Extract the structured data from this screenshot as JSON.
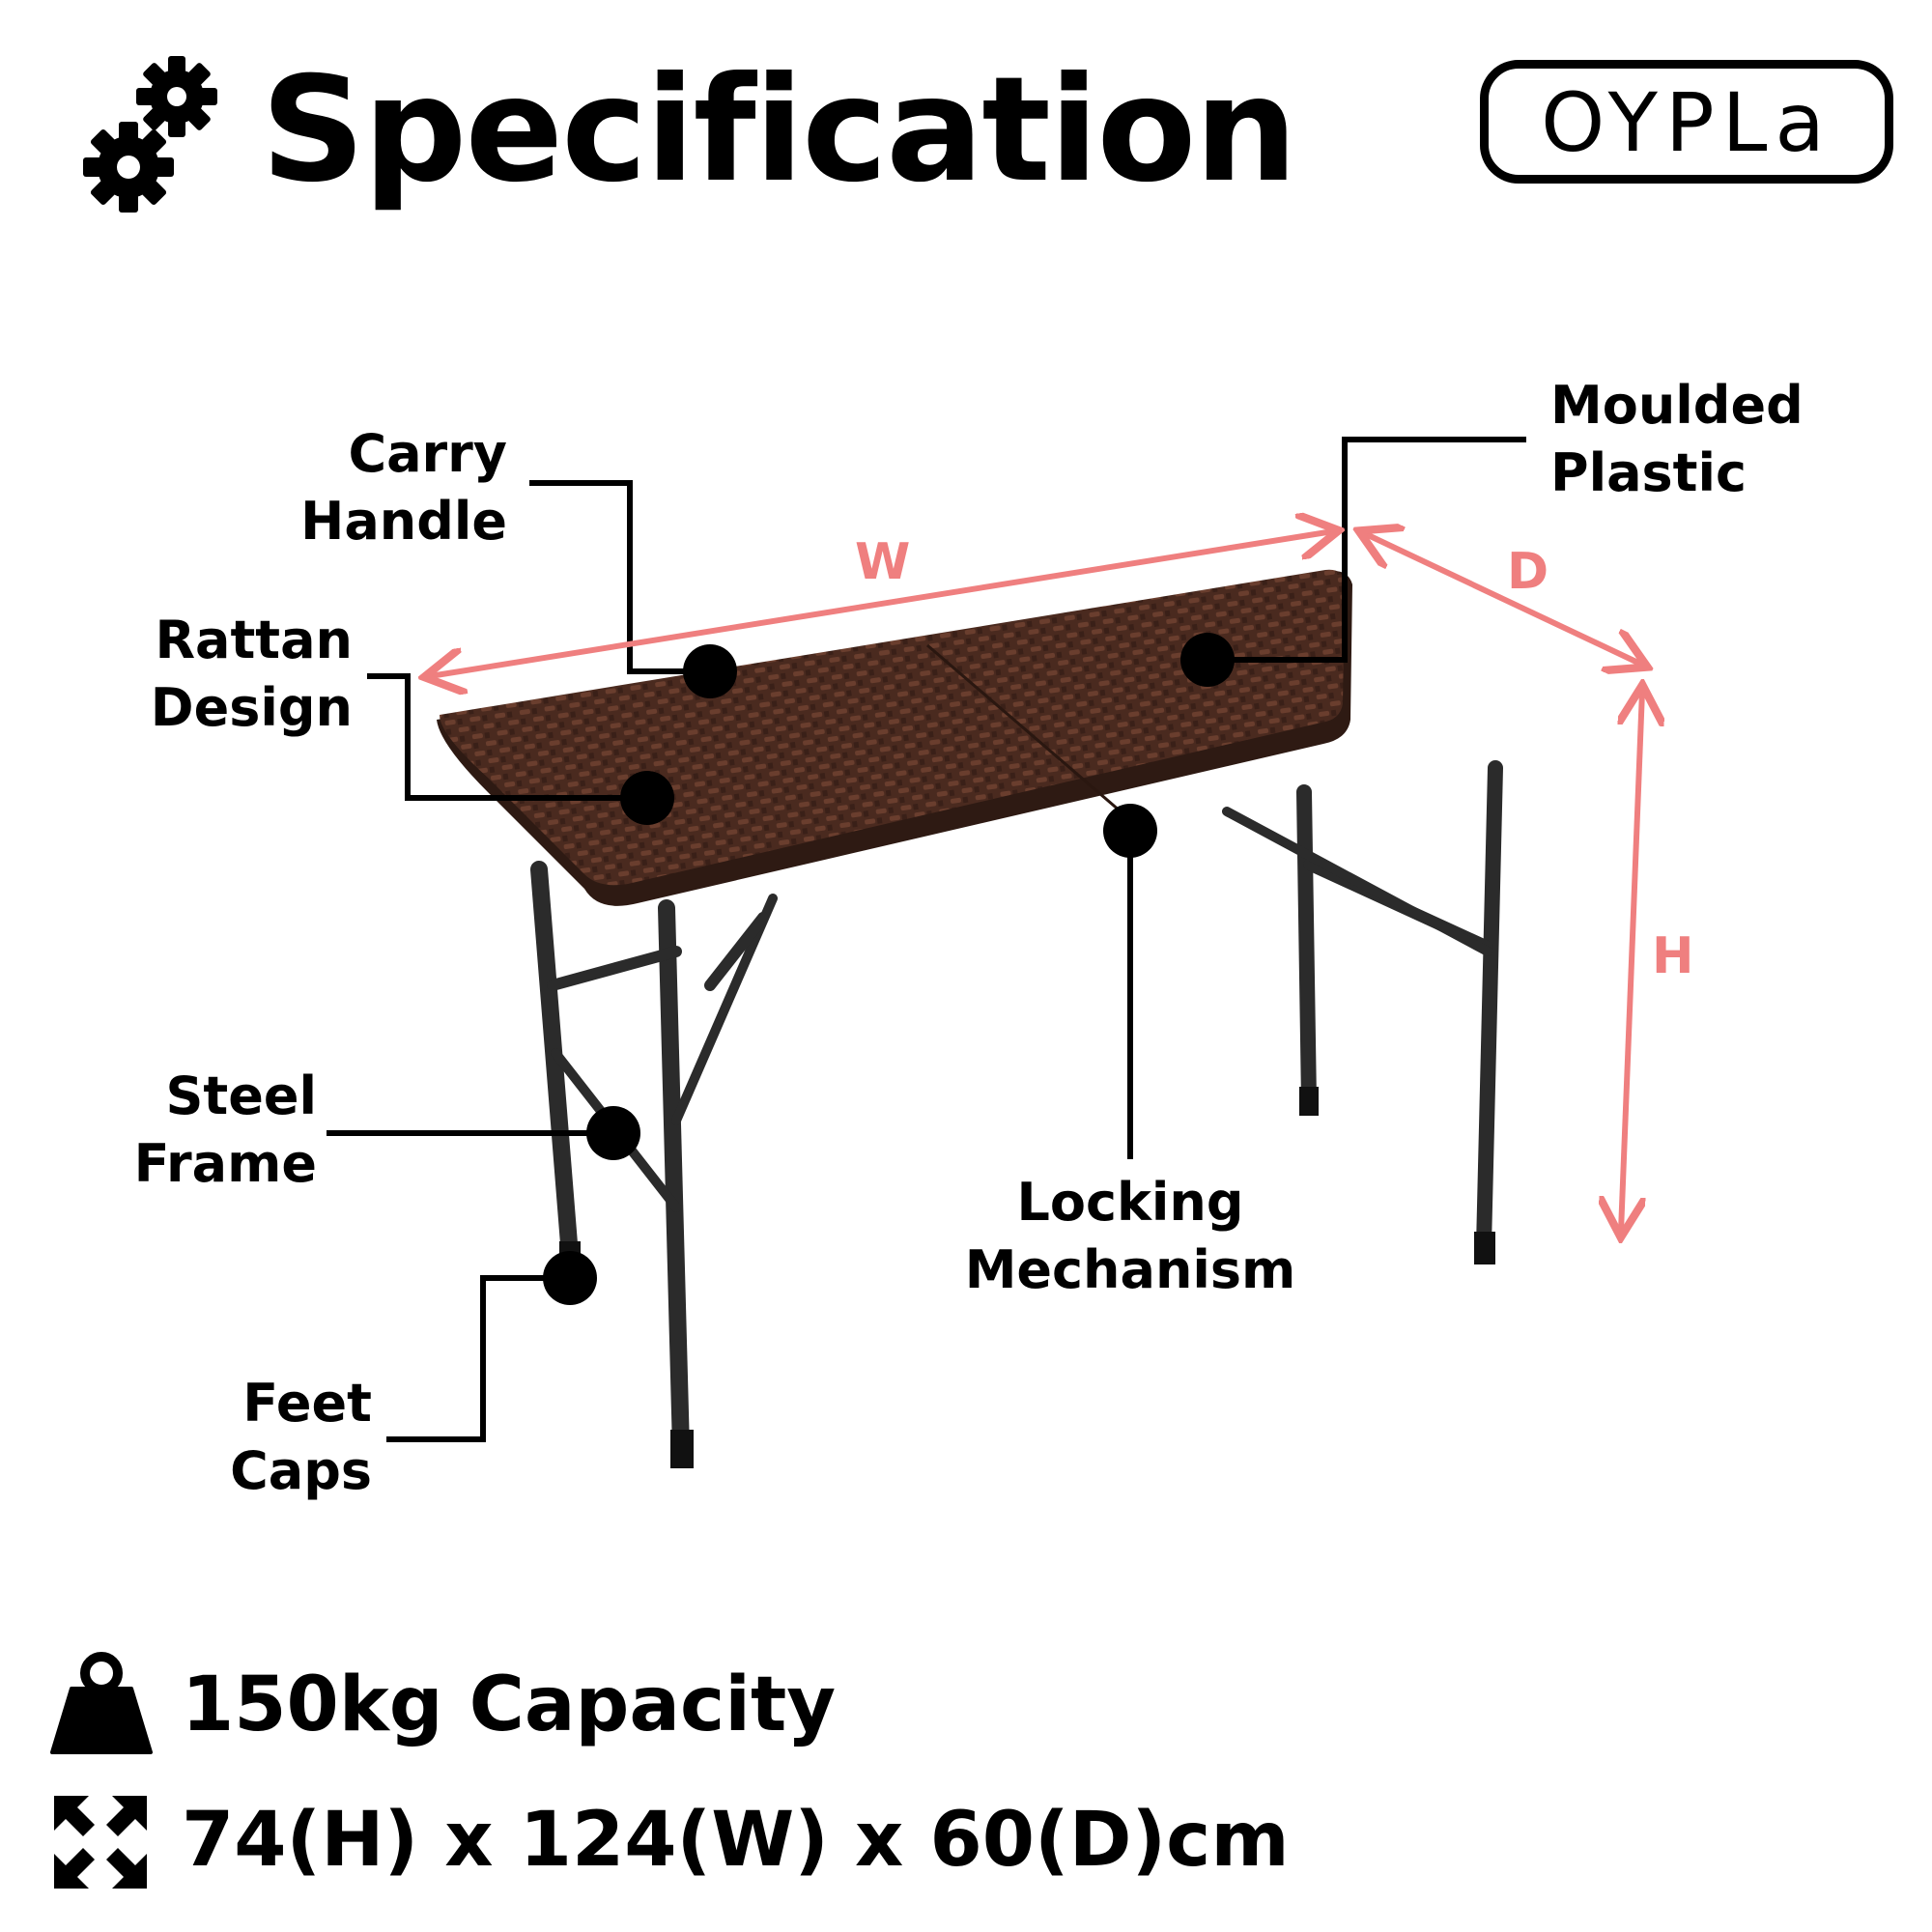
{
  "header": {
    "title": "Specification",
    "brand": "OYPLa",
    "icon": "gears-icon"
  },
  "callouts": {
    "carry_handle": [
      "Carry",
      "Handle"
    ],
    "rattan_design": [
      "Rattan",
      "Design"
    ],
    "moulded_plastic": [
      "Moulded",
      "Plastic"
    ],
    "steel_frame": [
      "Steel",
      "Frame"
    ],
    "feet_caps": [
      "Feet",
      "Caps"
    ],
    "locking_mechanism": [
      "Locking",
      "Mechanism"
    ]
  },
  "dimension_labels": {
    "width": "W",
    "depth": "D",
    "height": "H"
  },
  "specs": {
    "capacity": "150kg Capacity",
    "capacity_icon": "weight-icon",
    "dimensions": "74(H) x 124(W) x 60(D)cm",
    "dimensions_icon": "expand-arrows-icon"
  },
  "colors": {
    "dimension_accent": "#ef7f7f",
    "table_top": "#4a2a1f",
    "frame": "#2b2b2b"
  }
}
